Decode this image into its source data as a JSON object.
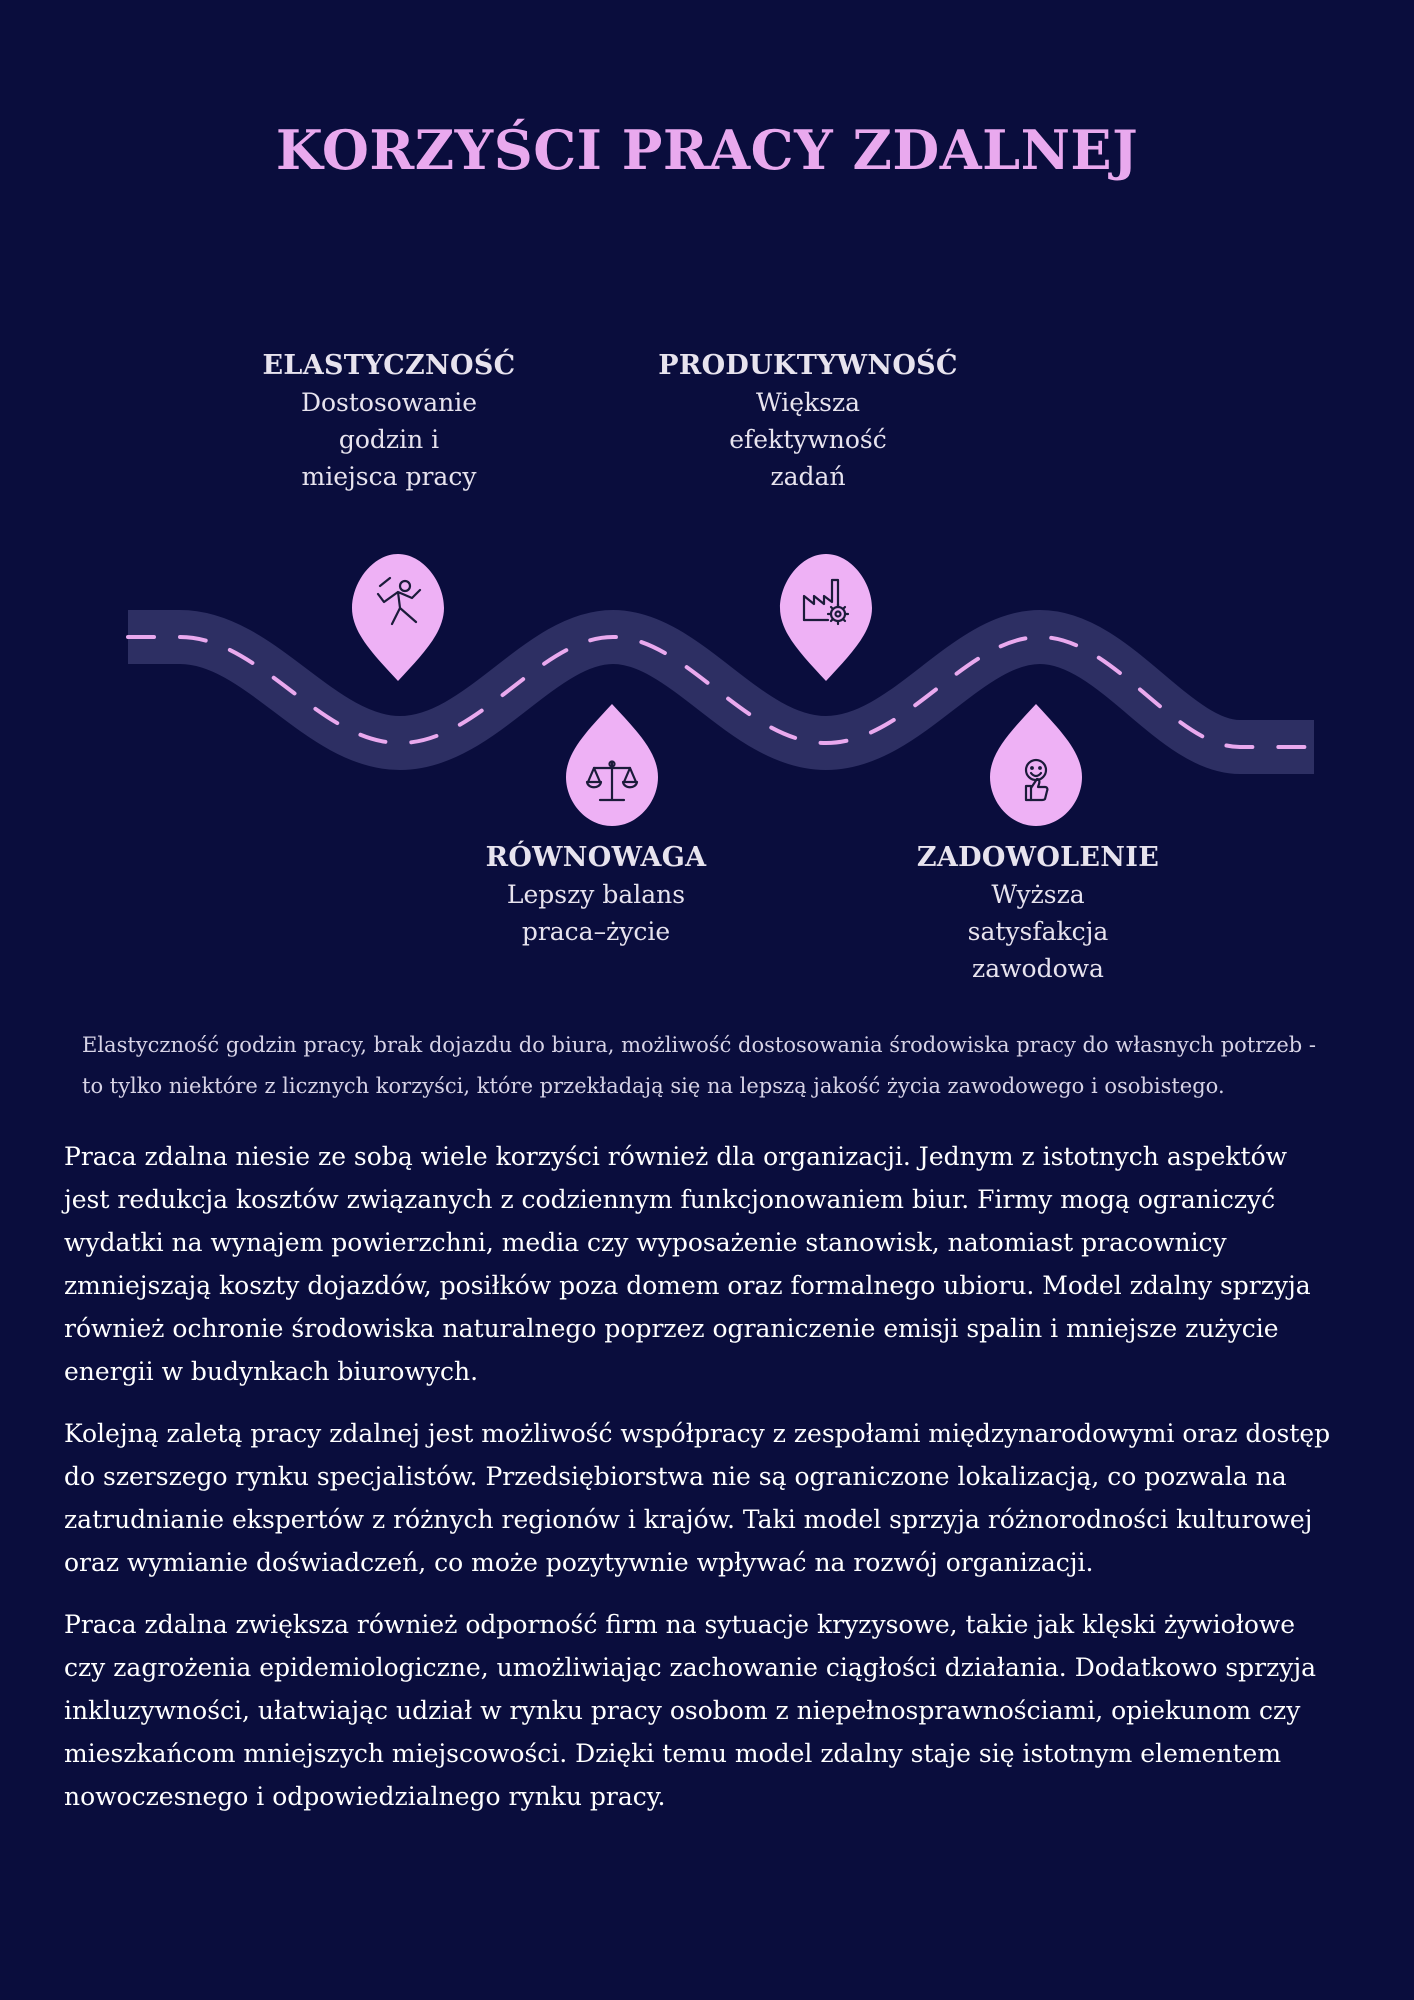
{
  "title": "KORZYŚCI PRACY ZDALNEJ",
  "colors": {
    "background": "#0a0d3d",
    "accent": "#e9a9ee",
    "road": "#2d2f63",
    "pin": "#eeb1f5",
    "icon_stroke": "#1b1b3a"
  },
  "benefits": [
    {
      "title": "ELASTYCZNOŚĆ",
      "description": "Dostosowanie godzin i miejsca pracy",
      "icon": "stretching-person-icon"
    },
    {
      "title": "PRODUKTYWNOŚĆ",
      "description": "Większa efektywność zadań",
      "icon": "factory-gear-icon"
    },
    {
      "title": "RÓWNOWAGA",
      "description": "Lepszy balans praca–życie",
      "icon": "balance-scale-icon"
    },
    {
      "title": "ZADOWOLENIE",
      "description": "Wyższa satysfakcja zawodowa",
      "icon": "smiley-thumbs-up-icon"
    }
  ],
  "intro": "Elastyczność godzin pracy, brak dojazdu do biura, możliwość dostosowania środowiska pracy do własnych potrzeb - to tylko niektóre z licznych korzyści, które przekładają się na lepszą jakość życia zawodowego i osobistego.",
  "paragraphs": [
    "Praca zdalna niesie ze sobą wiele korzyści również dla organizacji. Jednym z istotnych aspektów jest redukcja kosztów związanych z codziennym funkcjonowaniem biur. Firmy mogą ograniczyć wydatki na wynajem powierzchni, media czy wyposażenie stanowisk, natomiast pracownicy zmniejszają koszty dojazdów, posiłków poza domem oraz formalnego ubioru. Model zdalny sprzyja również ochronie środowiska naturalnego poprzez ograniczenie emisji spalin i mniejsze zużycie energii w budynkach biurowych.",
    "Kolejną zaletą pracy zdalnej jest możliwość współpracy z zespołami międzynarodowymi oraz dostęp do szerszego rynku specjalistów. Przedsiębiorstwa nie są ograniczone lokalizacją, co pozwala na zatrudnianie ekspertów z różnych regionów i krajów. Taki model sprzyja różnorodności kulturowej oraz wymianie doświadczeń, co może pozytywnie wpływać na rozwój organizacji.",
    "Praca zdalna zwiększa również odporność firm na sytuacje kryzysowe, takie jak klęski żywiołowe czy zagrożenia epidemiologiczne, umożliwiając zachowanie ciągłości działania. Dodatkowo sprzyja inkluzywności, ułatwiając udział w rynku pracy osobom z niepełnosprawnościami, opiekunom czy mieszkańcom mniejszych miejscowości. Dzięki temu model zdalny staje się istotnym elementem nowoczesnego i odpowiedzialnego rynku pracy."
  ]
}
